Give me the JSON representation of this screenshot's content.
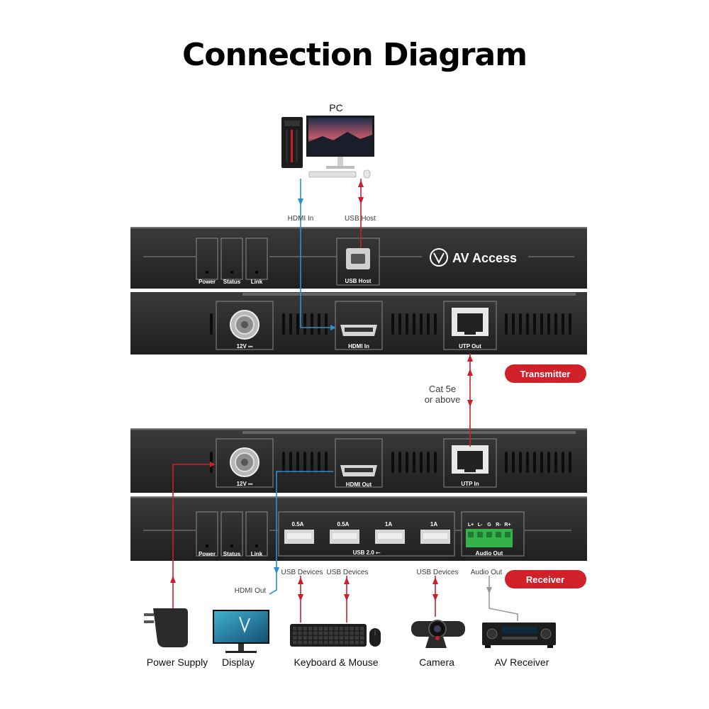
{
  "title": "Connection Diagram",
  "brand": {
    "name": "AV Access"
  },
  "colors": {
    "red": "#c8202b",
    "blue": "#2f8fd0",
    "gray": "#9a9a9a",
    "chassis": "#2a2a2a",
    "badge": "#d0202a"
  },
  "pc": {
    "label": "PC"
  },
  "transmitter": {
    "badge": "Transmitter",
    "top_panel": {
      "indicators": [
        "Power",
        "Status",
        "Link"
      ],
      "usb_port": "USB Host"
    },
    "bottom_panel": {
      "power": "12V ⎓",
      "hdmi": "HDMI In",
      "utp": "UTP Out"
    }
  },
  "receiver": {
    "badge": "Receiver",
    "top_panel": {
      "power": "12V ⎓",
      "hdmi": "HDMI Out",
      "utp": "UTP In"
    },
    "bottom_panel": {
      "indicators": [
        "Power",
        "Status",
        "Link"
      ],
      "usb_ratings": [
        "0.5A",
        "0.5A",
        "1A",
        "1A"
      ],
      "usb_group": "USB 2.0 ⭠",
      "audio_pins": [
        "L+",
        "L-",
        "G",
        "R-",
        "R+"
      ],
      "audio": "Audio Out"
    }
  },
  "cable_labels": {
    "hdmi_in": "HDMI In",
    "usb_host": "USB Host",
    "cat_line1": "Cat 5e",
    "cat_line2": "or above",
    "usb_devices_1": "USB Devices",
    "usb_devices_2": "USB Devices",
    "usb_devices_3": "USB Devices",
    "audio_out": "Audio Out",
    "hdmi_out": "HDMI Out"
  },
  "devices": {
    "power_supply": "Power Supply",
    "display": "Display",
    "keyboard_mouse": "Keyboard & Mouse",
    "camera": "Camera",
    "av_receiver": "AV Receiver"
  }
}
